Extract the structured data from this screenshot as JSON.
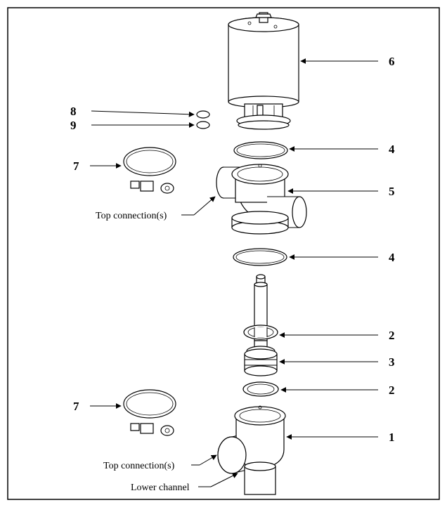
{
  "diagram": {
    "callouts": [
      {
        "id": "6",
        "text": "6"
      },
      {
        "id": "8",
        "text": "8"
      },
      {
        "id": "9",
        "text": "9"
      },
      {
        "id": "4a",
        "text": "4"
      },
      {
        "id": "7a",
        "text": "7"
      },
      {
        "id": "5",
        "text": "5"
      },
      {
        "id": "4b",
        "text": "4"
      },
      {
        "id": "2a",
        "text": "2"
      },
      {
        "id": "3",
        "text": "3"
      },
      {
        "id": "2b",
        "text": "2"
      },
      {
        "id": "7b",
        "text": "7"
      },
      {
        "id": "1",
        "text": "1"
      }
    ],
    "labels": {
      "top_connection_upper": "Top connection(s)",
      "top_connection_lower": "Top connection(s)",
      "lower_channel": "Lower channel"
    }
  }
}
